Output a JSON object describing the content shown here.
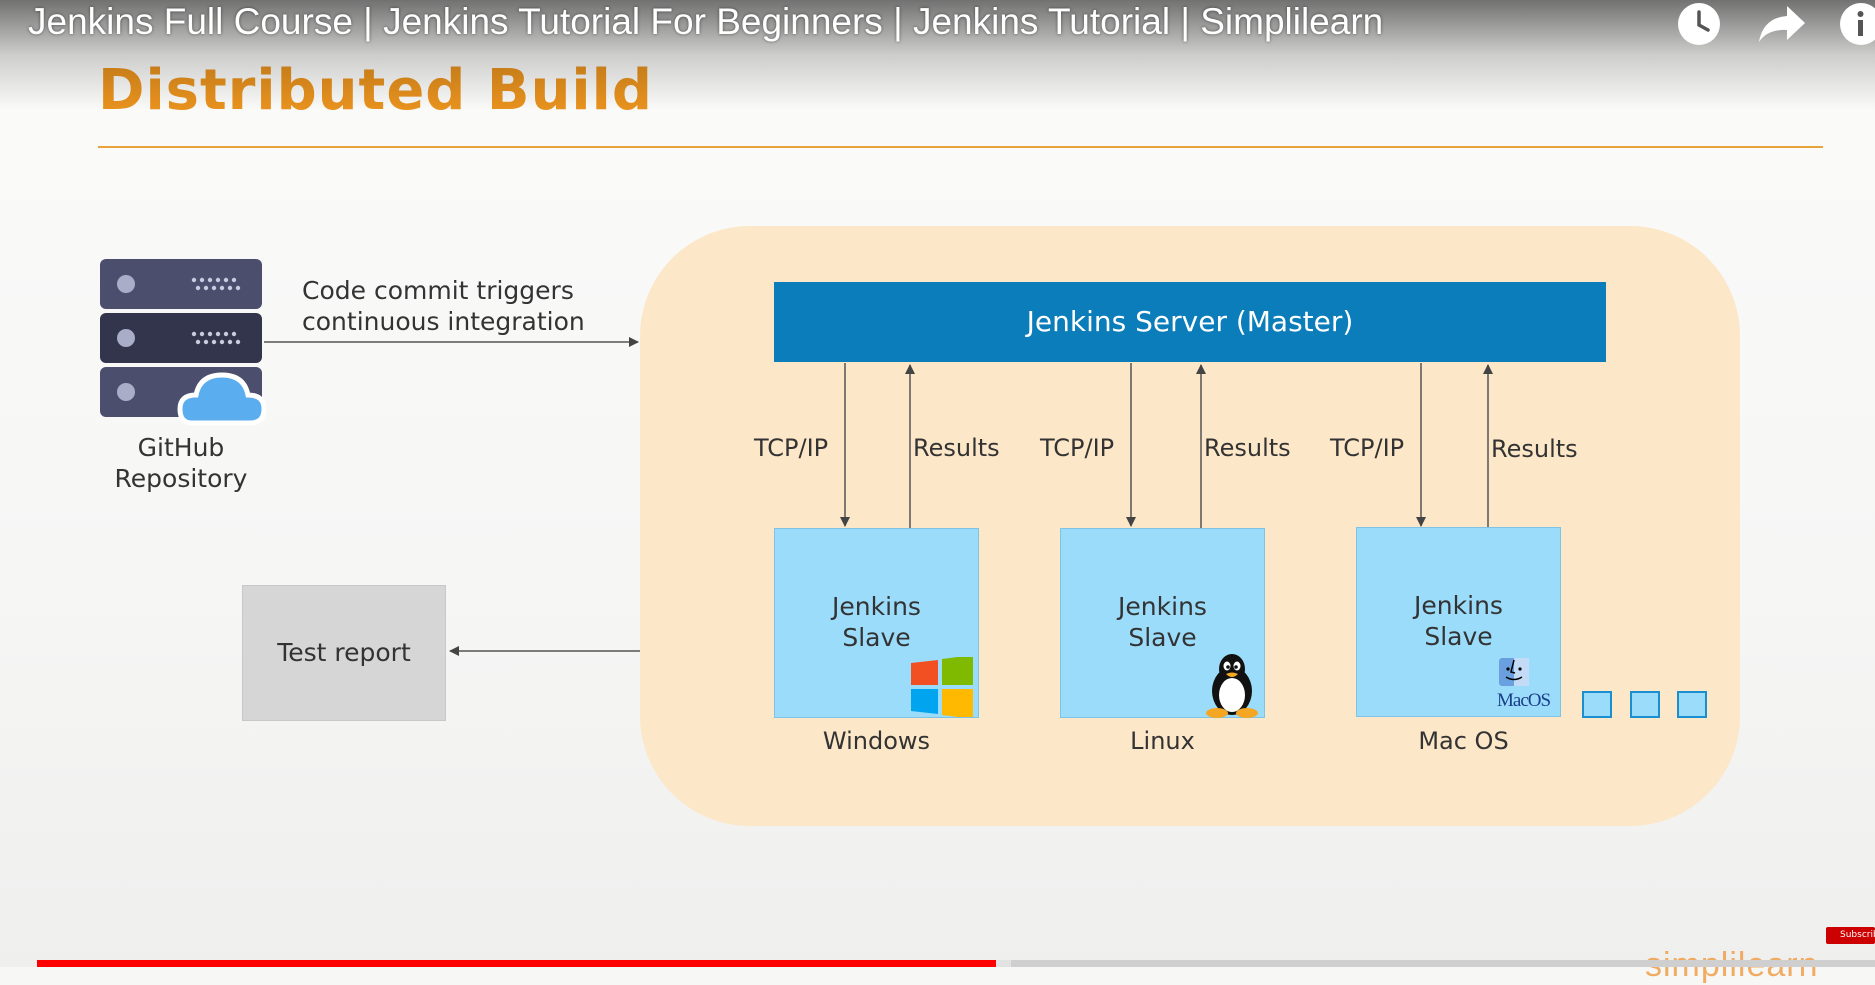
{
  "video": {
    "title": "Jenkins Full Course | Jenkins Tutorial For Beginners | Jenkins Tutorial | Simplilearn",
    "icons": [
      "watch-later-icon",
      "share-icon",
      "info-icon"
    ],
    "progress_fraction": 0.522,
    "buffered_fraction": 0.53,
    "subscribe_label": "Subscribe"
  },
  "slide": {
    "title": "Distributed Build",
    "title_color": "#e8921e",
    "github_label": "GitHub\nRepository",
    "commit_text_line1": "Code commit triggers",
    "commit_text_line2": "continuous integration",
    "master_label": "Jenkins Server (Master)",
    "master_color": "#0a7dba",
    "test_report": "Test report",
    "slaves": [
      {
        "label": "Jenkins\nSlave",
        "os": "Windows",
        "down": "TCP/IP",
        "up": "Results"
      },
      {
        "label": "Jenkins\nSlave",
        "os": "Linux",
        "down": "TCP/IP",
        "up": "Results"
      },
      {
        "label": "Jenkins\nSlave",
        "os": "Mac OS",
        "down": "TCP/IP",
        "up": "Results"
      }
    ],
    "mac_logo_text": "MacOS",
    "watermark": "simplilearn"
  }
}
